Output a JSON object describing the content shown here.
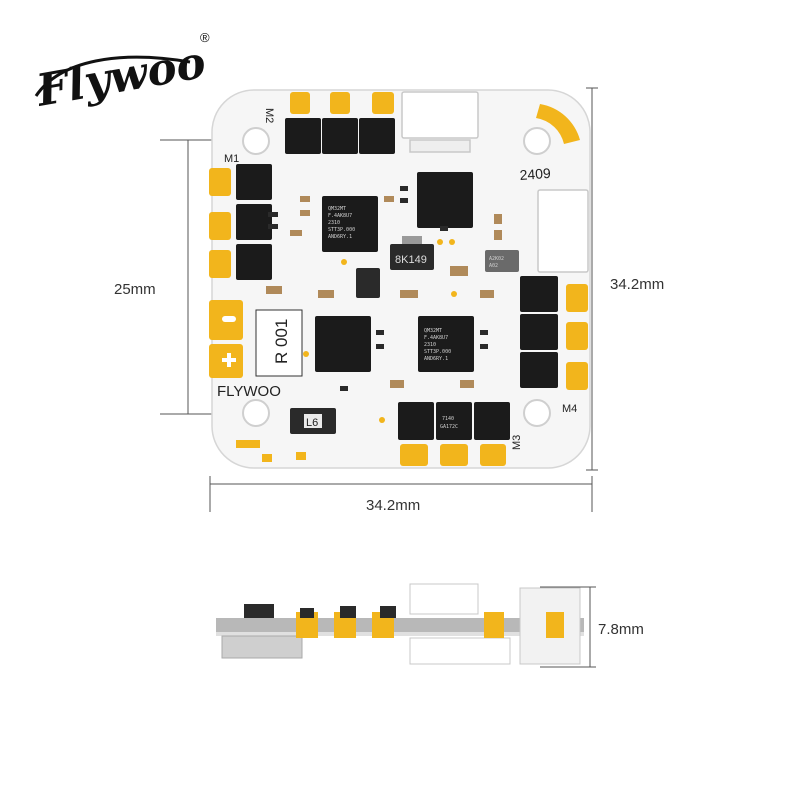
{
  "brand": {
    "logo_text": "Flywoo",
    "trademark": "®"
  },
  "board_top": {
    "silkscreen_brand": "FLYWOO",
    "version_label": "R 001",
    "date_code": "2409",
    "motor_labels": [
      "M1",
      "M2",
      "M3",
      "M4"
    ],
    "regulator_marking": "8K149",
    "inductor_marking": "L6",
    "small_chip_marking": [
      "A2K02",
      "A02"
    ],
    "mcu_marking": [
      "QM32MT",
      "F.4AK8U7",
      "2310",
      "STT3P.000",
      "AND6RY.1"
    ],
    "mosfet_marking": [
      "7140",
      "GA172C"
    ]
  },
  "dimensions": {
    "width_label": "34.2mm",
    "height_label": "34.2mm",
    "mount_spacing_label": "25mm",
    "thickness_label": "7.8mm"
  },
  "colors": {
    "pad_gold": "#f2b51c",
    "board_white": "#f6f6f6",
    "chip_black": "#1b1b1b"
  }
}
